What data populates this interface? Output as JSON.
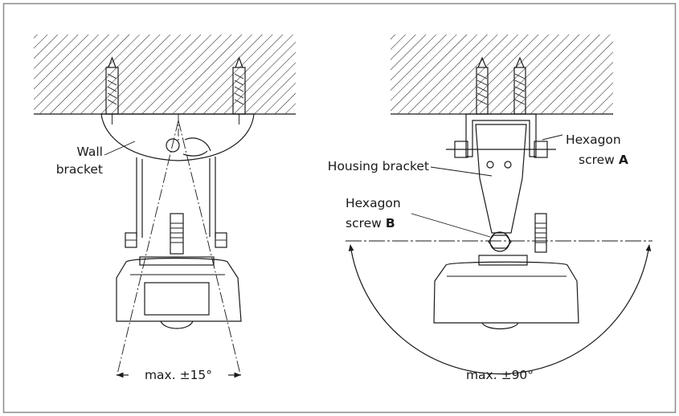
{
  "left_view": {
    "wall_bracket_label_line1": "Wall",
    "wall_bracket_label_line2": "bracket",
    "angle_label": "max. ±15°"
  },
  "right_view": {
    "housing_bracket_label": "Housing bracket",
    "screw_a_label": "Hexagon",
    "screw_a_label_line2": "screw",
    "screw_a_letter": "A",
    "screw_b_label": "Hexagon",
    "screw_b_label_line2": "screw",
    "screw_b_letter": "B",
    "angle_label": "max. ±90°"
  },
  "colors": {
    "line": "#1a1a1a",
    "fill": "#ffffff",
    "border": "#8a8a8a"
  }
}
